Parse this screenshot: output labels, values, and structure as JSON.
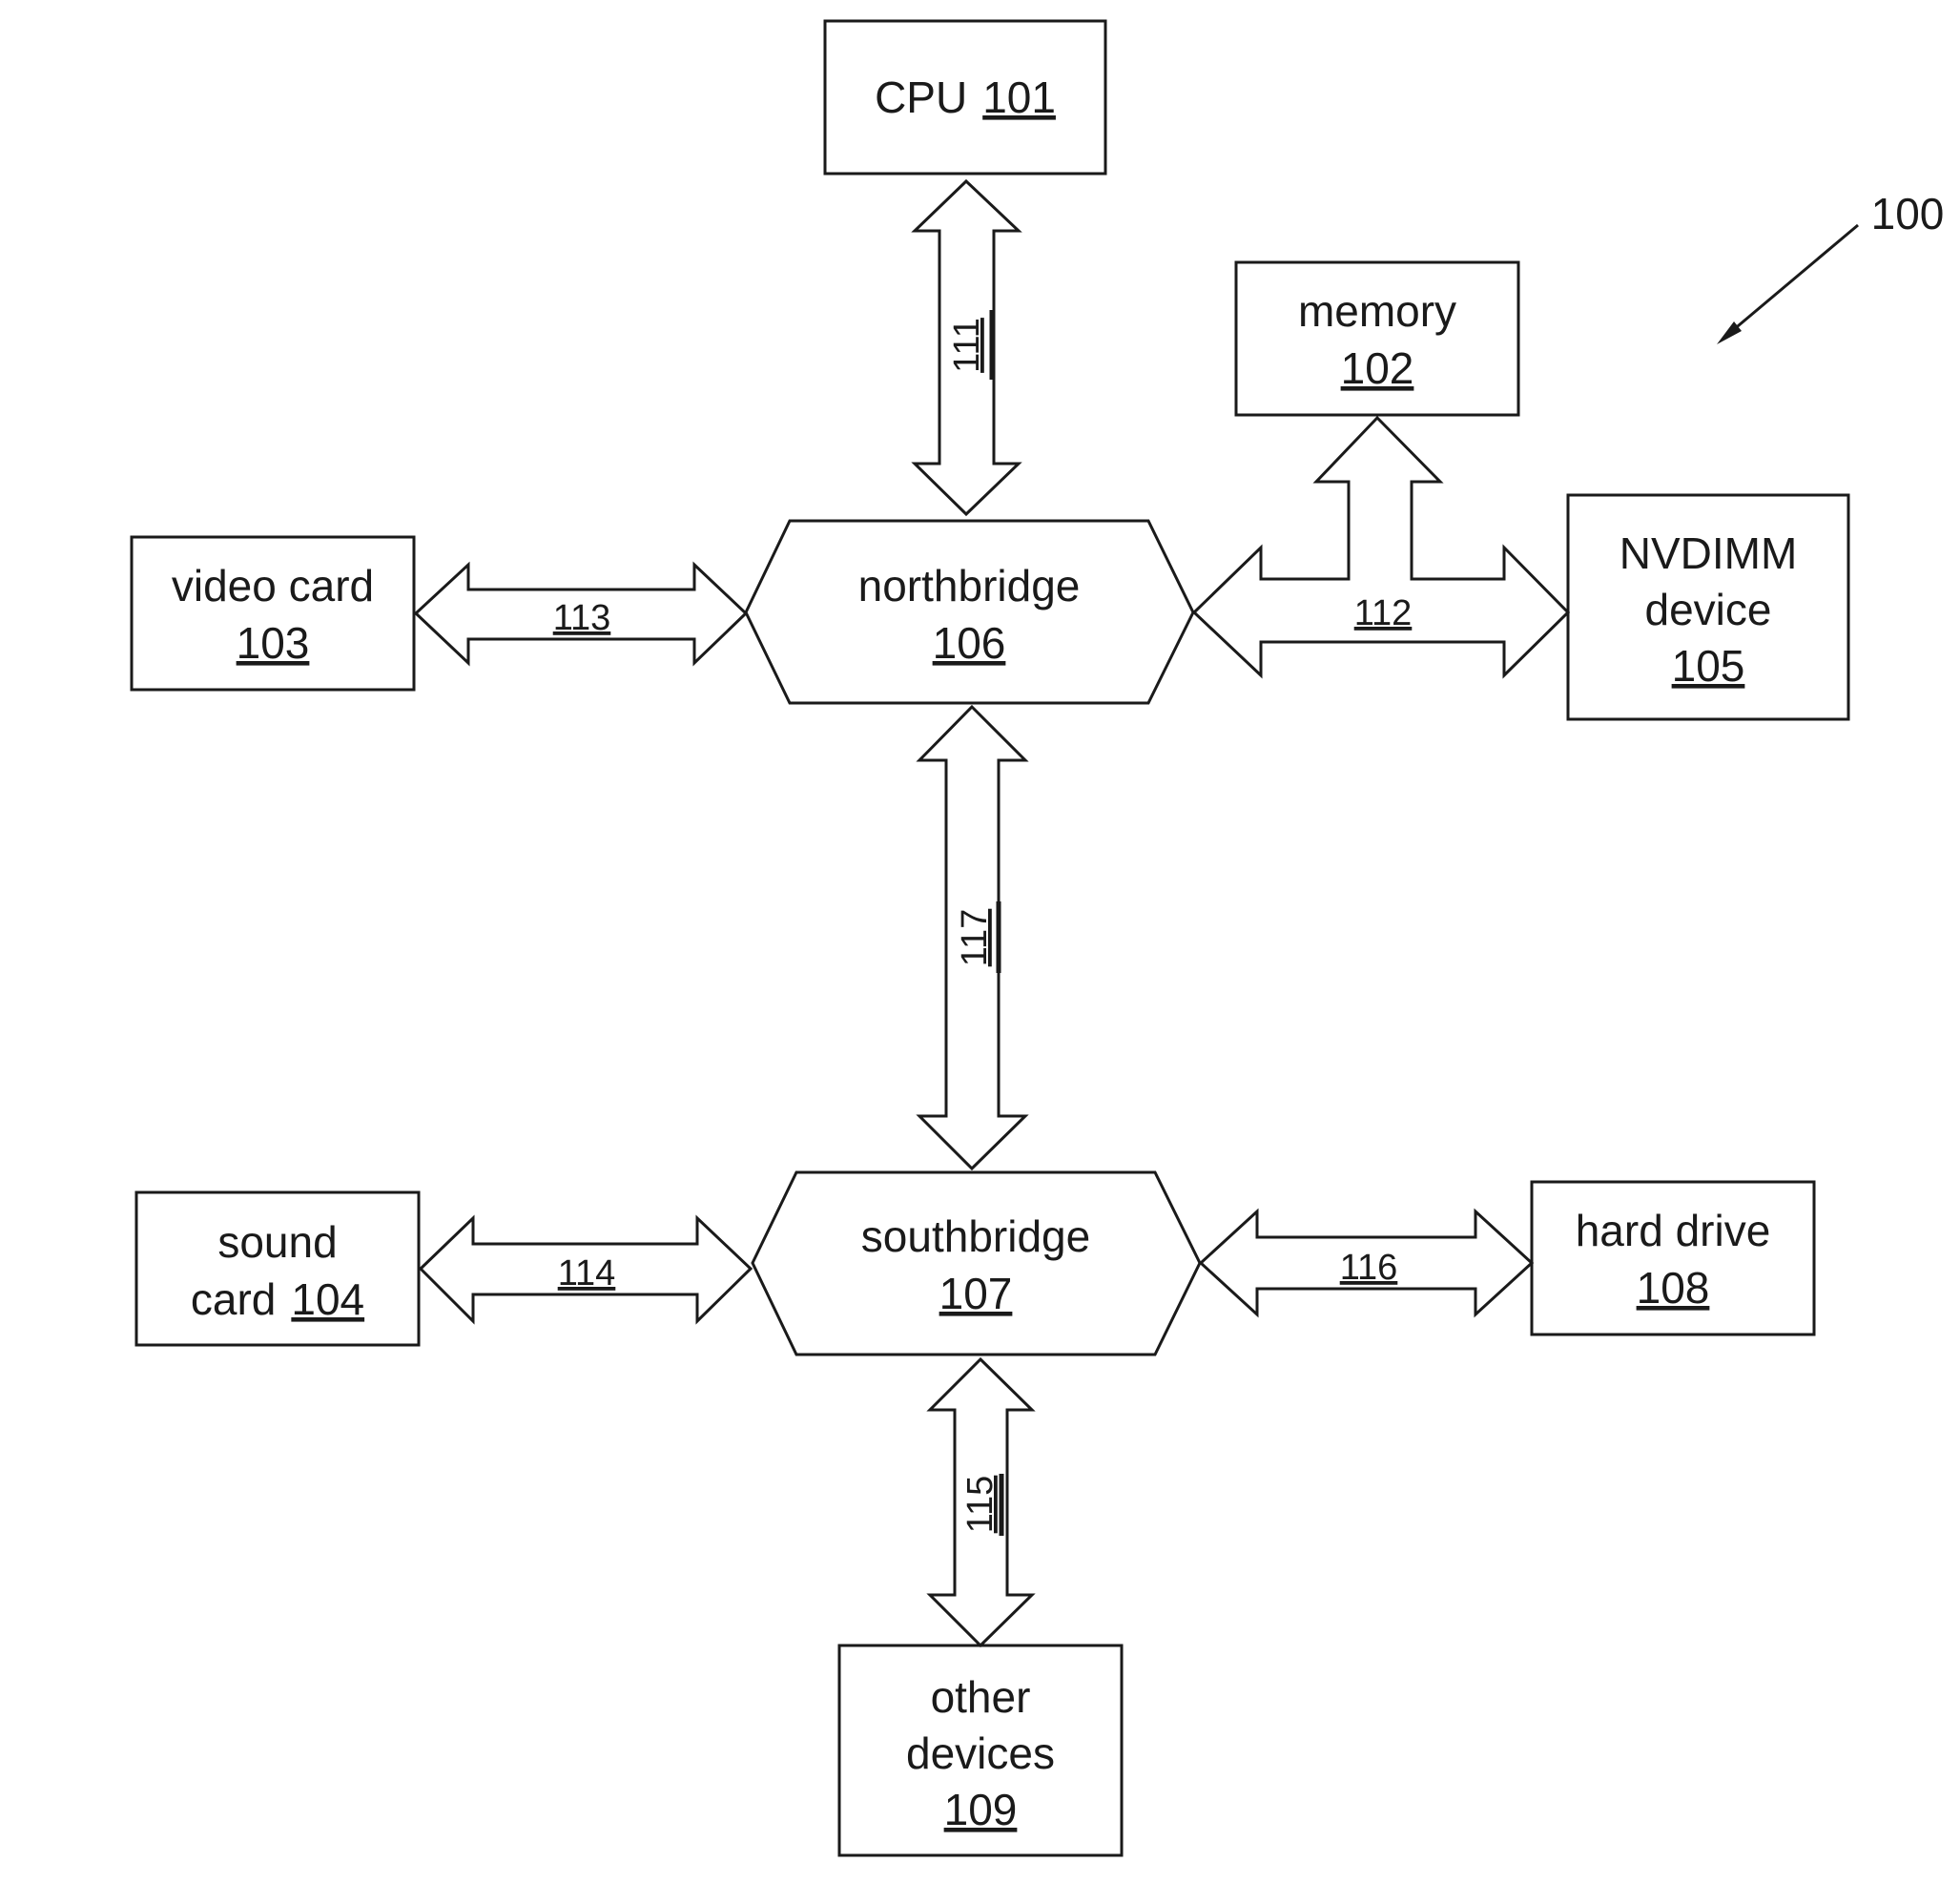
{
  "figure_ref": "100",
  "nodes": {
    "cpu": {
      "lines": [
        "CPU"
      ],
      "num": "101"
    },
    "memory": {
      "lines": [
        "memory"
      ],
      "num": "102"
    },
    "video_card": {
      "lines": [
        "video card"
      ],
      "num": "103"
    },
    "sound_card": {
      "lines": [
        "sound",
        "card"
      ],
      "num": "104"
    },
    "nvdimm": {
      "lines": [
        "NVDIMM",
        "device"
      ],
      "num": "105"
    },
    "northbridge": {
      "lines": [
        "northbridge"
      ],
      "num": "106"
    },
    "southbridge": {
      "lines": [
        "southbridge"
      ],
      "num": "107"
    },
    "hard_drive": {
      "lines": [
        "hard drive"
      ],
      "num": "108"
    },
    "other_devices": {
      "lines": [
        "other",
        "devices"
      ],
      "num": "109"
    }
  },
  "buses": {
    "b111": "111",
    "b112": "112",
    "b113": "113",
    "b114": "114",
    "b115": "115",
    "b116": "116",
    "b117": "117"
  }
}
